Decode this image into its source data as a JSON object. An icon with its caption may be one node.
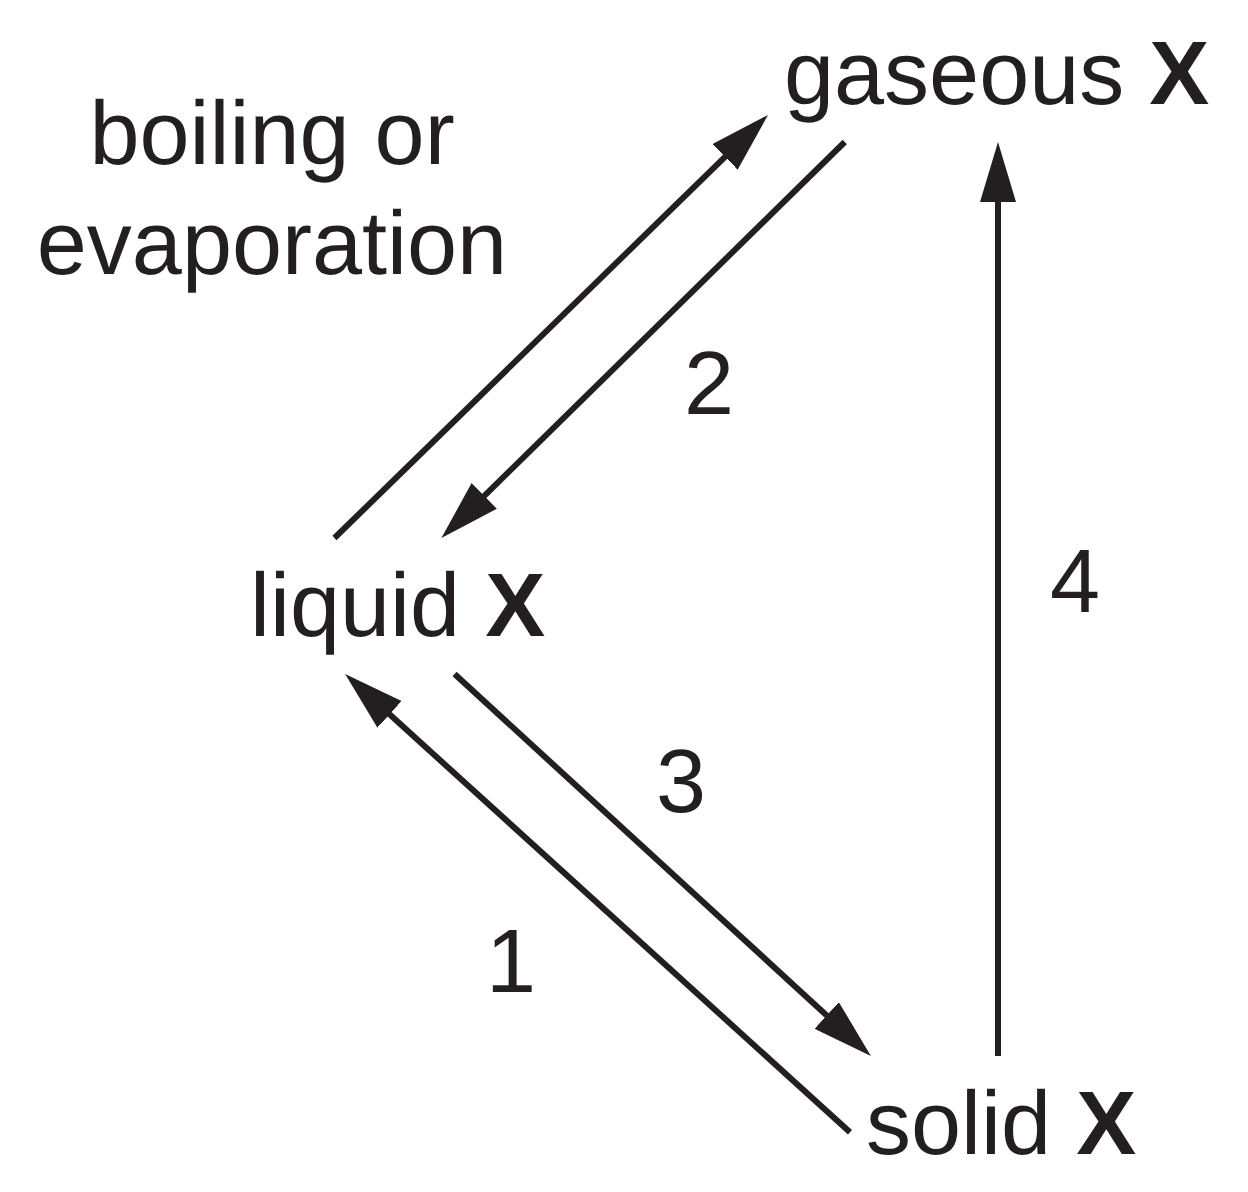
{
  "diagram": {
    "nodes": [
      {
        "text": [
          "gaseous **X**"
        ]
      },
      {
        "text": [
          "liquid **X**"
        ]
      },
      {
        "text": [
          "solid **X**"
        ]
      }
    ],
    "edges": [
      {
        "from": 1,
        "to": 0,
        "arrow": "to",
        "label": "boiling or evaporation"
      },
      {
        "from": 0,
        "to": 1,
        "arrow": "to",
        "label": "2"
      },
      {
        "from": 1,
        "to": 2,
        "arrow": "to",
        "label": "3"
      },
      {
        "from": 2,
        "to": 1,
        "arrow": "to",
        "label": "1"
      },
      {
        "from": 2,
        "to": 0,
        "arrow": "to",
        "label": "4"
      }
    ]
  }
}
